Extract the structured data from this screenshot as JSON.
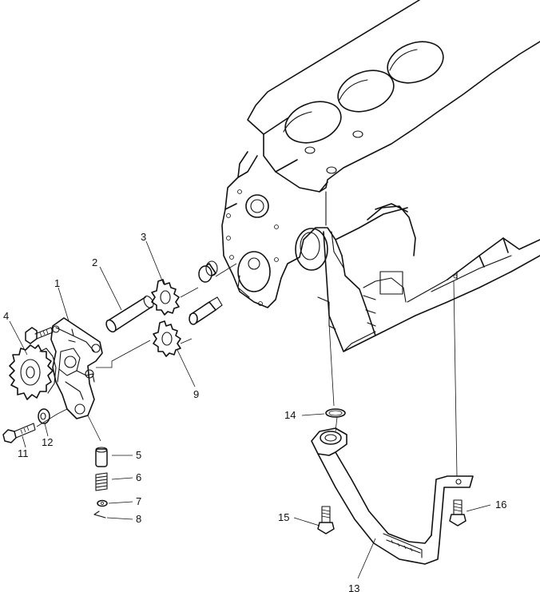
{
  "callouts": [
    {
      "id": "c1",
      "text": "1"
    },
    {
      "id": "c2",
      "text": "2"
    },
    {
      "id": "c3",
      "text": "3"
    },
    {
      "id": "c4",
      "text": "4"
    },
    {
      "id": "c5",
      "text": "5"
    },
    {
      "id": "c6",
      "text": "6"
    },
    {
      "id": "c7",
      "text": "7"
    },
    {
      "id": "c8",
      "text": "8"
    },
    {
      "id": "c9",
      "text": "9"
    },
    {
      "id": "c11",
      "text": "11"
    },
    {
      "id": "c12",
      "text": "12"
    },
    {
      "id": "c13",
      "text": "13"
    },
    {
      "id": "c14",
      "text": "14"
    },
    {
      "id": "c15",
      "text": "15"
    },
    {
      "id": "c16",
      "text": "16"
    }
  ]
}
